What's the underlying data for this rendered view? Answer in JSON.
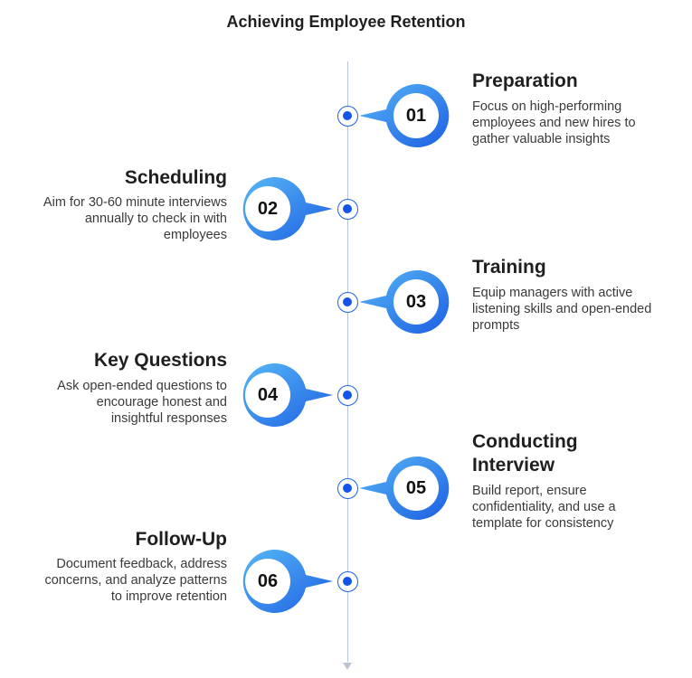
{
  "title": "Achieving Employee Retention",
  "steps": [
    {
      "number": "01",
      "heading": "Preparation",
      "description": "Focus on high-performing employees and new hires to gather valuable insights",
      "side": "right"
    },
    {
      "number": "02",
      "heading": "Scheduling",
      "description": "Aim for 30-60 minute interviews annually to check in with employees",
      "side": "left"
    },
    {
      "number": "03",
      "heading": "Training",
      "description": "Equip managers with active listening skills and open-ended prompts",
      "side": "right"
    },
    {
      "number": "04",
      "heading": "Key Questions",
      "description": "Ask open-ended questions to encourage honest and insightful responses",
      "side": "left"
    },
    {
      "number": "05",
      "heading": "Conducting Interview",
      "description": "Build report, ensure confidentiality, and use a template for consistency",
      "side": "right"
    },
    {
      "number": "06",
      "heading": "Follow-Up",
      "description": "Document feedback, address concerns, and analyze patterns to improve retention",
      "side": "left"
    }
  ],
  "colors": {
    "accent": "#1554e8",
    "gradient_light": "#56b7f5",
    "gradient_dark": "#1d5fe3",
    "line": "#b9c3d2"
  }
}
